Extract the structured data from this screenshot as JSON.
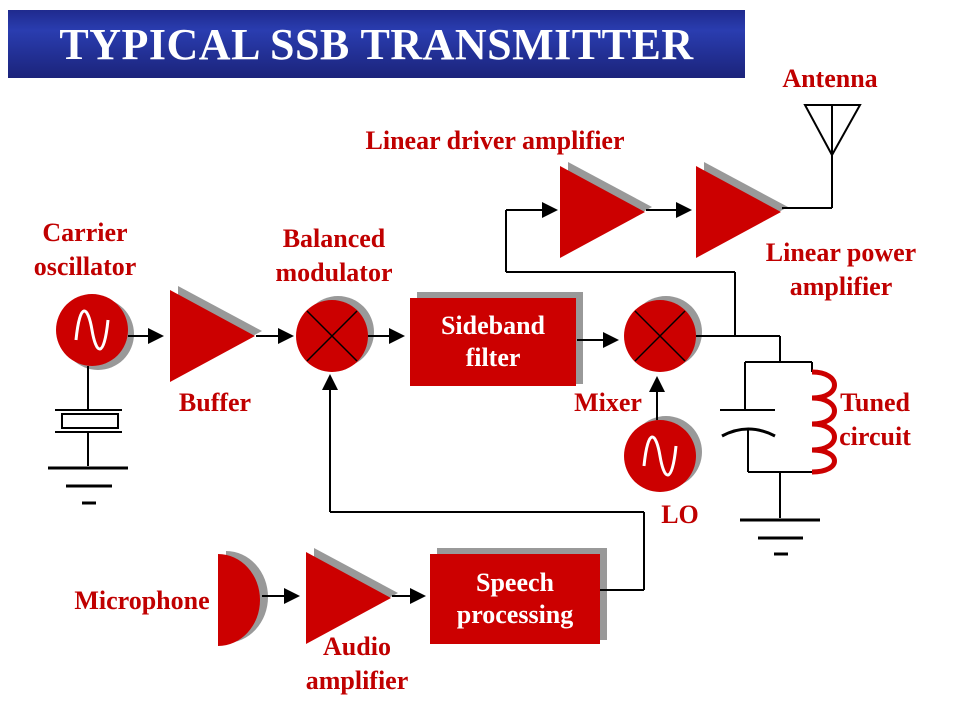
{
  "title": "TYPICAL SSB TRANSMITTER",
  "labels": {
    "antenna": "Antenna",
    "linear_driver_amplifier": "Linear driver amplifier",
    "carrier_oscillator": "Carrier\noscillator",
    "balanced_modulator": "Balanced\nmodulator",
    "linear_power_amplifier": "Linear power\namplifier",
    "sideband_filter": "Sideband\nfilter",
    "buffer": "Buffer",
    "mixer": "Mixer",
    "tuned_circuit": "Tuned\ncircuit",
    "lo": "LO",
    "microphone": "Microphone",
    "speech_processing": "Speech\nprocessing",
    "audio_amplifier": "Audio\namplifier"
  },
  "colors": {
    "block_red": "#cc0000",
    "block_shadow": "#999999",
    "label_red": "#c00000",
    "title_blue": "#1f2a8e"
  }
}
